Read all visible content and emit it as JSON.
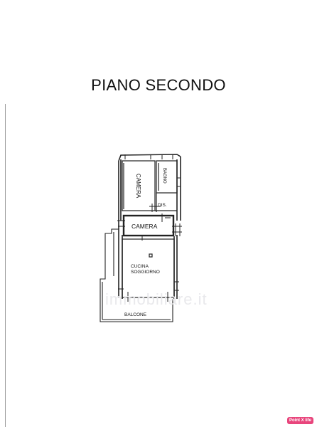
{
  "plan": {
    "title": "PIANO SECONDO",
    "rooms": {
      "camera_1": "CAMERA",
      "bagno": "BAGNO",
      "dis": "DIS.",
      "camera_2": "CAMERA",
      "cucina_line1": "CUCINA",
      "cucina_line2": "SOGGIORNO",
      "balcone": "BALCONE"
    }
  },
  "watermark": {
    "text": "immobiliare.it"
  },
  "badge": {
    "label": "Point X life",
    "color": "#e8457c"
  },
  "colors": {
    "wall": "#222222",
    "background": "#ffffff"
  }
}
